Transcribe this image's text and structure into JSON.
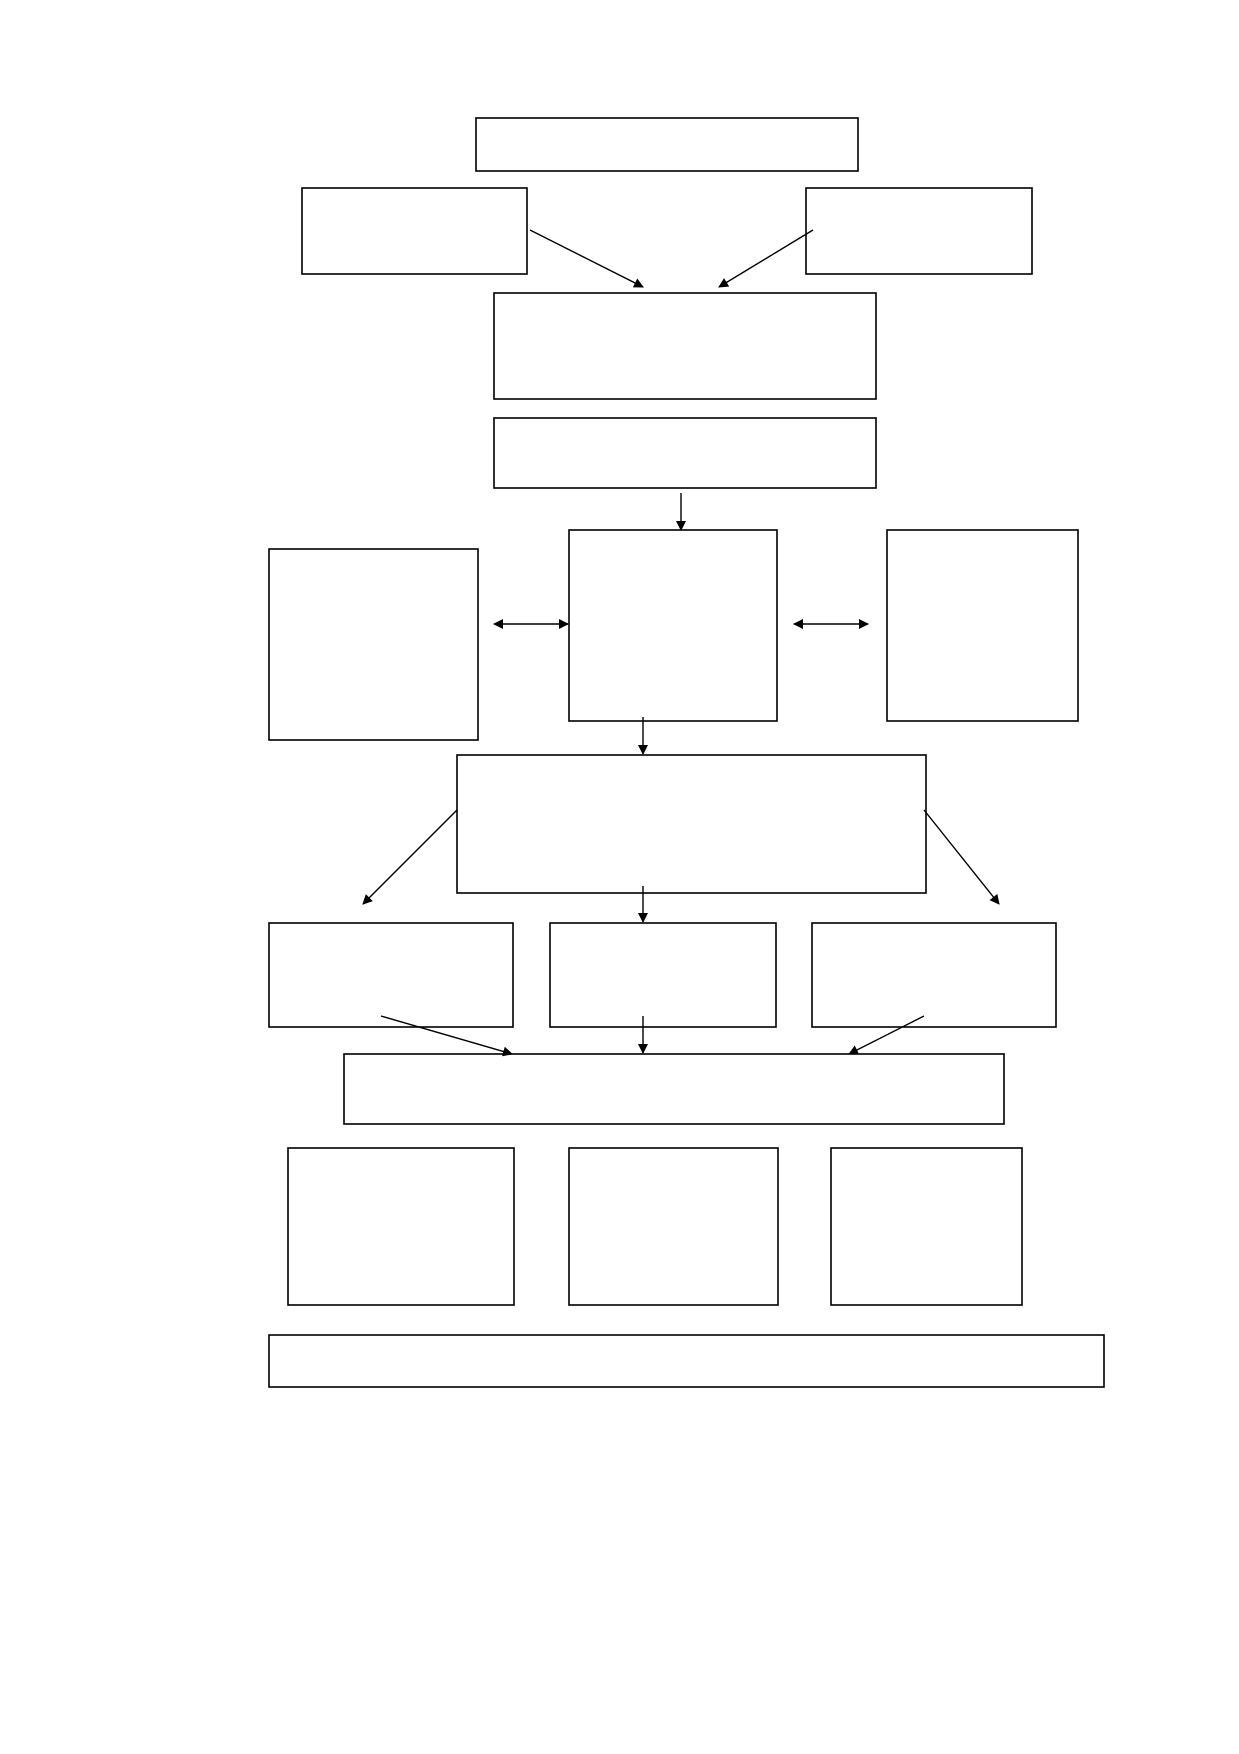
{
  "diagram": {
    "type": "flowchart",
    "line_color": "#000000",
    "background_color": "#ffffff",
    "boxes": [
      {
        "id": "top-title",
        "text": ""
      },
      {
        "id": "top-left-input",
        "text": ""
      },
      {
        "id": "top-right-input",
        "text": ""
      },
      {
        "id": "merge-block",
        "text": ""
      },
      {
        "id": "process-block",
        "text": ""
      },
      {
        "id": "left-side-block",
        "text": ""
      },
      {
        "id": "center-block",
        "text": ""
      },
      {
        "id": "right-side-block",
        "text": ""
      },
      {
        "id": "wide-middle-block",
        "text": ""
      },
      {
        "id": "branch-left",
        "text": ""
      },
      {
        "id": "branch-center",
        "text": ""
      },
      {
        "id": "branch-right",
        "text": ""
      },
      {
        "id": "collect-block",
        "text": ""
      },
      {
        "id": "bottom-left",
        "text": ""
      },
      {
        "id": "bottom-center",
        "text": ""
      },
      {
        "id": "bottom-right",
        "text": ""
      },
      {
        "id": "footer-block",
        "text": ""
      }
    ],
    "connectors": [
      {
        "from": "top-left-input",
        "to": "merge-block",
        "direction": "forward"
      },
      {
        "from": "top-right-input",
        "to": "merge-block",
        "direction": "forward"
      },
      {
        "from": "process-block",
        "to": "center-block",
        "direction": "forward"
      },
      {
        "from": "left-side-block",
        "to": "center-block",
        "direction": "both"
      },
      {
        "from": "center-block",
        "to": "right-side-block",
        "direction": "both"
      },
      {
        "from": "center-block",
        "to": "wide-middle-block",
        "direction": "forward"
      },
      {
        "from": "wide-middle-block",
        "to": "branch-left",
        "direction": "forward"
      },
      {
        "from": "wide-middle-block",
        "to": "branch-center",
        "direction": "forward"
      },
      {
        "from": "wide-middle-block",
        "to": "branch-right",
        "direction": "forward"
      },
      {
        "from": "branch-left",
        "to": "collect-block",
        "direction": "forward"
      },
      {
        "from": "branch-center",
        "to": "collect-block",
        "direction": "forward"
      },
      {
        "from": "branch-right",
        "to": "collect-block",
        "direction": "forward"
      }
    ]
  }
}
